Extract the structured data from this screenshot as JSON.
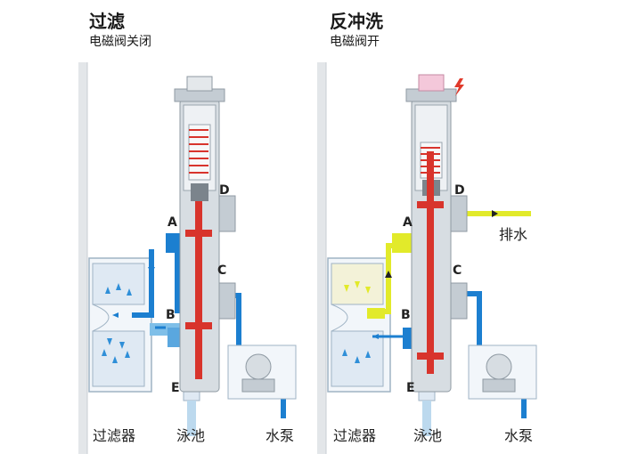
{
  "left_panel": {
    "title": "过滤",
    "subtitle": "电磁阀关闭",
    "port_labels": {
      "a": "A",
      "b": "B",
      "c": "C",
      "d": "D",
      "e": "E"
    },
    "bottom_labels": {
      "filter": "过滤器",
      "pool": "泳池",
      "pump": "水泵"
    }
  },
  "right_panel": {
    "title": "反冲洗",
    "subtitle": "电磁阀开",
    "port_labels": {
      "a": "A",
      "b": "B",
      "c": "C",
      "d": "D",
      "e": "E"
    },
    "drain_label": "排水",
    "bottom_labels": {
      "filter": "过滤器",
      "pool": "泳池",
      "pump": "水泵"
    }
  },
  "colors": {
    "water_blue": "#1c7fd0",
    "backwash_yellow": "#e2ea2a",
    "valve_red": "#d8342c",
    "valve_body": "#cfd6dc"
  }
}
